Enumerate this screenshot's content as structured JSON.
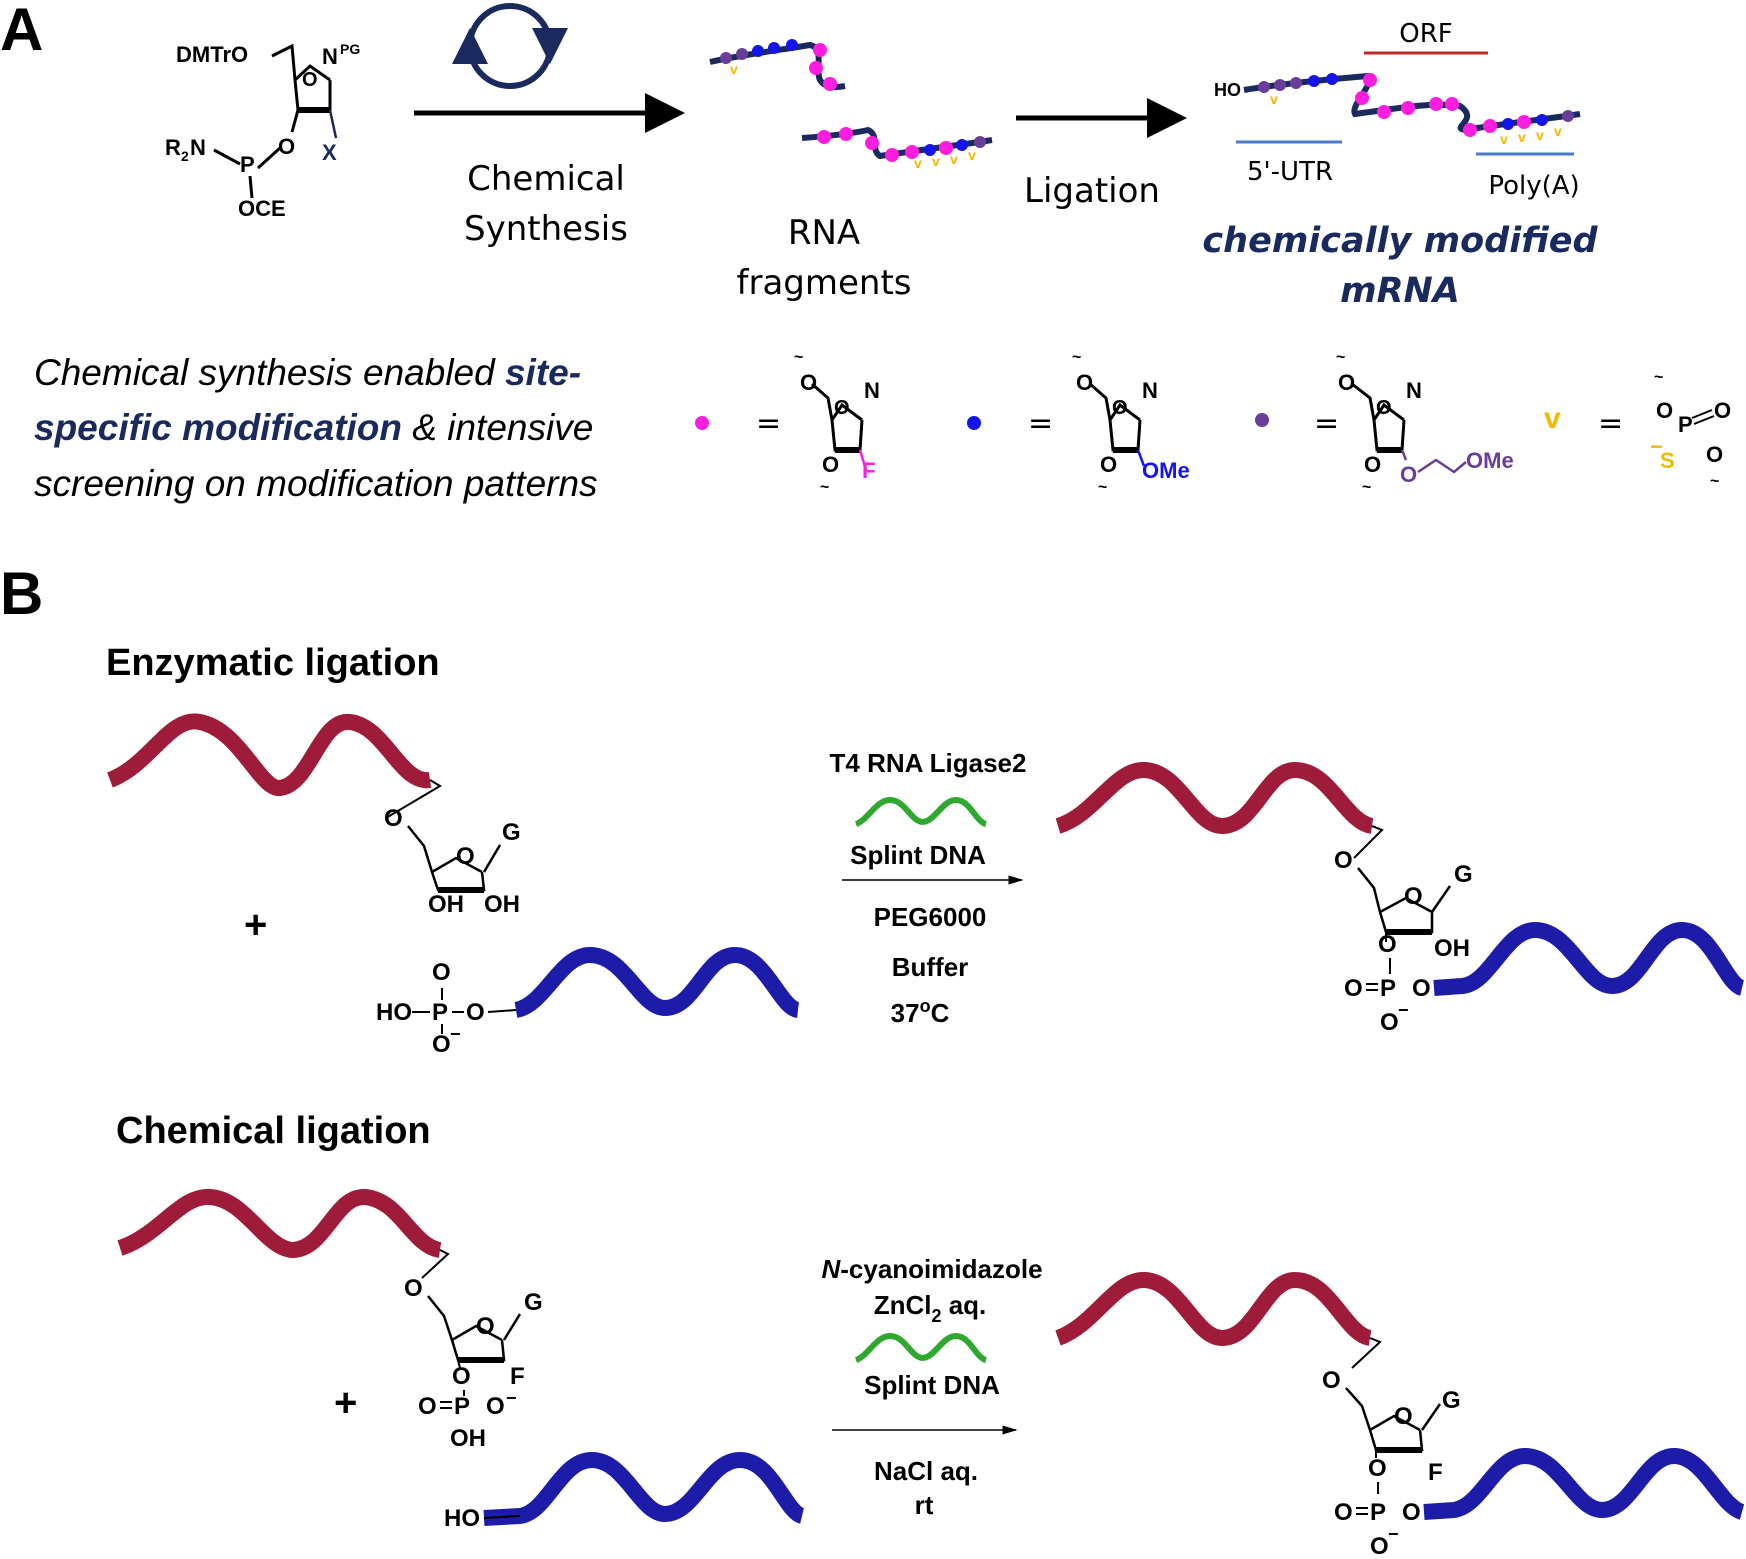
{
  "panel_a": {
    "label": "A",
    "phosphoramidite": {
      "dmtr": "DMTrO",
      "base": "N",
      "base_sup": "PG",
      "amine": "R",
      "amine_sub": "2",
      "amine_n": "N",
      "p": "P",
      "o": "O",
      "oce": "OCE",
      "x": "X"
    },
    "step1": {
      "line1": "Chemical",
      "line2": "Synthesis"
    },
    "fragments": {
      "line1": "RNA",
      "line2": "fragments"
    },
    "step2": {
      "label": "Ligation"
    },
    "mrna": {
      "ho": "HO",
      "orf": "ORF",
      "utr": "5'-UTR",
      "polya": "Poly(A)",
      "title1": "chemically modified",
      "title2": "mRNA"
    },
    "caption": {
      "l1a": "Chemical synthesis enabled ",
      "l1b": "site-",
      "l2a": "specific modification",
      "l2b": " & intensive",
      "l3": "screening on modification patterns"
    },
    "legend": {
      "equals": "=",
      "f_label": "F",
      "ome_label": "OMe",
      "moe_o": "O",
      "moe_ome": "OMe",
      "ps_p": "P",
      "ps_s": "S",
      "ps_minus": "−",
      "o": "O",
      "n": "N"
    }
  },
  "panel_b": {
    "label": "B",
    "enzymatic": {
      "title": "Enzymatic ligation",
      "plus": "+",
      "oh": "OH",
      "g": "G",
      "o": "O",
      "ho_p": "HO",
      "p": "P",
      "minus": "−",
      "cond1": "T4 RNA Ligase2",
      "cond2": "Splint DNA",
      "cond3": "PEG6000",
      "cond4": "Buffer",
      "cond5": "37",
      "cond5_sup": "o",
      "cond5_c": "C"
    },
    "chemical": {
      "title": "Chemical ligation",
      "plus": "+",
      "g": "G",
      "o": "O",
      "f": "F",
      "oh": "OH",
      "ho": "HO",
      "p": "P",
      "minus": "−",
      "cond1_n": "N",
      "cond1_rest": "-cyanoimidazole",
      "cond2a": "ZnCl",
      "cond2_sub": "2",
      "cond2b": " aq.",
      "cond3": "Splint DNA",
      "cond4": "NaCl aq.",
      "cond5": "rt"
    }
  },
  "colors": {
    "navy": "#1a2a5e",
    "magenta": "#ff1ee0",
    "blue": "#1414ee",
    "purple": "#6a3d9a",
    "orange": "#f5b800",
    "red_strand": "#9e1b3a",
    "blue_strand": "#1c1ca8",
    "green_splint": "#2ea82e",
    "orf_red": "#c0282d",
    "utr_blue": "#4a7bc8"
  }
}
